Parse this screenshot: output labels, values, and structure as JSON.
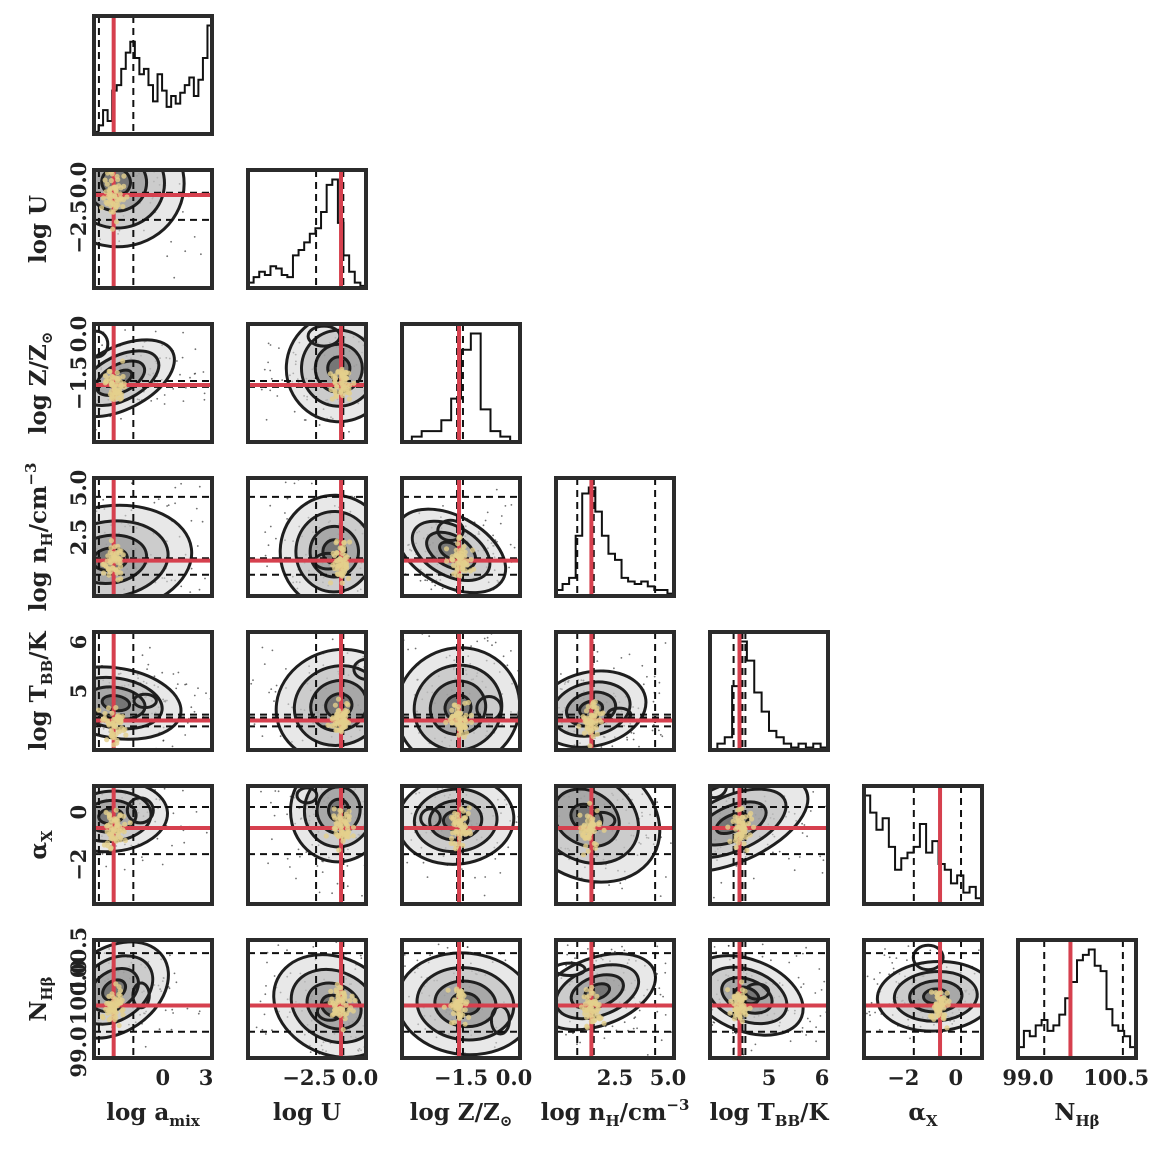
{
  "chart_data": {
    "type": "corner",
    "colors": {
      "frame": "#2b2b2b",
      "truth": "#d6404e",
      "samples": "#e3cf8c",
      "contour": "#1f1f1f",
      "quantile": "#111111"
    },
    "params": [
      {
        "key": "log_amix",
        "label": "log a",
        "label_sub": "mix",
        "range": [
          -4.2,
          3
        ],
        "ticks": [
          {
            "v": 0,
            "t": "0"
          },
          {
            "v": 3,
            "t": "3"
          }
        ],
        "truth": -3.0,
        "quantiles": [
          -3.9,
          -1.8,
          3.0
        ],
        "hist": [
          0.02,
          0.08,
          0.22,
          0.12,
          0.4,
          0.45,
          0.6,
          0.75,
          0.85,
          0.7,
          0.55,
          0.6,
          0.45,
          0.3,
          0.55,
          0.4,
          0.25,
          0.35,
          0.28,
          0.38,
          0.45,
          0.52,
          0.35,
          0.5,
          0.7,
          1.0
        ]
      },
      {
        "key": "log_U",
        "label": "log U",
        "label_sub": "",
        "range": [
          -5.2,
          0
        ],
        "ticks": [
          {
            "v": -2.5,
            "t": "−2.5"
          },
          {
            "v": 0,
            "t": "0.0"
          }
        ],
        "y_ticks": [
          {
            "v": 0,
            "t": "0.0"
          },
          {
            "v": -2.5,
            "t": "−2.5"
          }
        ],
        "truth": -1.1,
        "quantiles": [
          -2.2,
          -1.1,
          -1.0
        ],
        "hist": [
          0.05,
          0.1,
          0.15,
          0.12,
          0.2,
          0.18,
          0.12,
          0.1,
          0.3,
          0.35,
          0.42,
          0.5,
          0.55,
          0.7,
          0.95,
          1.0,
          0.6,
          0.3,
          0.15,
          0.05,
          0.02
        ]
      },
      {
        "key": "log_Z",
        "label": "log Z/Z",
        "label_sub": "⊙",
        "range": [
          -3.0,
          0
        ],
        "ticks": [
          {
            "v": -1.5,
            "t": "−1.5"
          },
          {
            "v": 0,
            "t": "0.0"
          }
        ],
        "y_ticks": [
          {
            "v": 0,
            "t": "0.0"
          },
          {
            "v": -1.5,
            "t": "−1.5"
          }
        ],
        "truth": -1.55,
        "quantiles": [
          -1.6,
          -1.55,
          -1.45
        ],
        "hist": [
          0.0,
          0.05,
          0.1,
          0.1,
          0.2,
          0.4,
          0.85,
          1.0,
          0.3,
          0.1,
          0.05,
          0.0
        ]
      },
      {
        "key": "log_nH",
        "label": "log n",
        "label_sub": "H",
        "label_tail": "/cm",
        "label_sup": "−3",
        "range": [
          0,
          5
        ],
        "ticks": [
          {
            "v": 2.5,
            "t": "2.5"
          },
          {
            "v": 5,
            "t": "5.0"
          }
        ],
        "y_ticks": [
          {
            "v": 5,
            "t": "5.0"
          },
          {
            "v": 2.5,
            "t": "2.5"
          }
        ],
        "truth": 1.5,
        "quantiles": [
          0.9,
          1.6,
          4.2
        ],
        "hist": [
          0.05,
          0.1,
          0.15,
          0.5,
          0.85,
          0.9,
          0.7,
          0.5,
          0.35,
          0.3,
          0.15,
          0.12,
          0.1,
          0.12,
          0.08,
          0.05,
          0.05,
          0.02
        ]
      },
      {
        "key": "log_TBB",
        "label": "log T",
        "label_sub": "BB",
        "label_tail": "/K",
        "range": [
          4,
          6
        ],
        "ticks": [
          {
            "v": 5,
            "t": "5"
          },
          {
            "v": 6,
            "t": "6"
          }
        ],
        "y_ticks": [
          {
            "v": 6,
            "t": "6"
          },
          {
            "v": 5,
            "t": "5"
          }
        ],
        "truth": 4.5,
        "quantiles": [
          4.4,
          4.55,
          4.6
        ],
        "hist": [
          0.0,
          0.05,
          0.1,
          0.5,
          0.85,
          0.7,
          0.45,
          0.3,
          0.15,
          0.1,
          0.05,
          0.02,
          0.05,
          0.02,
          0.05,
          0.02
        ]
      },
      {
        "key": "alpha_X",
        "label": "α",
        "label_sub": "X",
        "range": [
          -3.5,
          1
        ],
        "ticks": [
          {
            "v": -2,
            "t": "−2"
          },
          {
            "v": 0,
            "t": "0"
          }
        ],
        "y_ticks": [
          {
            "v": 0,
            "t": "0"
          },
          {
            "v": -2,
            "t": "−2"
          }
        ],
        "truth": -0.6,
        "quantiles": [
          -1.6,
          -0.6,
          0.2
        ],
        "hist": [
          0.95,
          0.8,
          0.65,
          0.75,
          0.5,
          0.3,
          0.4,
          0.45,
          0.5,
          0.7,
          0.45,
          0.55,
          0.35,
          0.3,
          0.18,
          0.25,
          0.1,
          0.15,
          0.05
        ]
      },
      {
        "key": "N_Hbeta",
        "label": "N",
        "label_sub": "Hβ",
        "range": [
          99,
          100.8
        ],
        "ticks": [
          {
            "v": 99.0,
            "t": "99.0"
          },
          {
            "v": 100.5,
            "t": "100.5"
          }
        ],
        "y_ticks": [
          {
            "v": 100.5,
            "t": "100.5"
          },
          {
            "v": 100.0,
            "t": "100.0"
          },
          {
            "v": 99.0,
            "t": "99.0"
          }
        ],
        "truth": 99.8,
        "quantiles": [
          99.4,
          99.8,
          100.6
        ],
        "hist": [
          0.1,
          0.25,
          0.2,
          0.3,
          0.35,
          0.25,
          0.3,
          0.4,
          0.55,
          0.7,
          0.9,
          0.95,
          1.0,
          0.85,
          0.8,
          0.45,
          0.3,
          0.25,
          0.2,
          0.1
        ]
      }
    ]
  }
}
